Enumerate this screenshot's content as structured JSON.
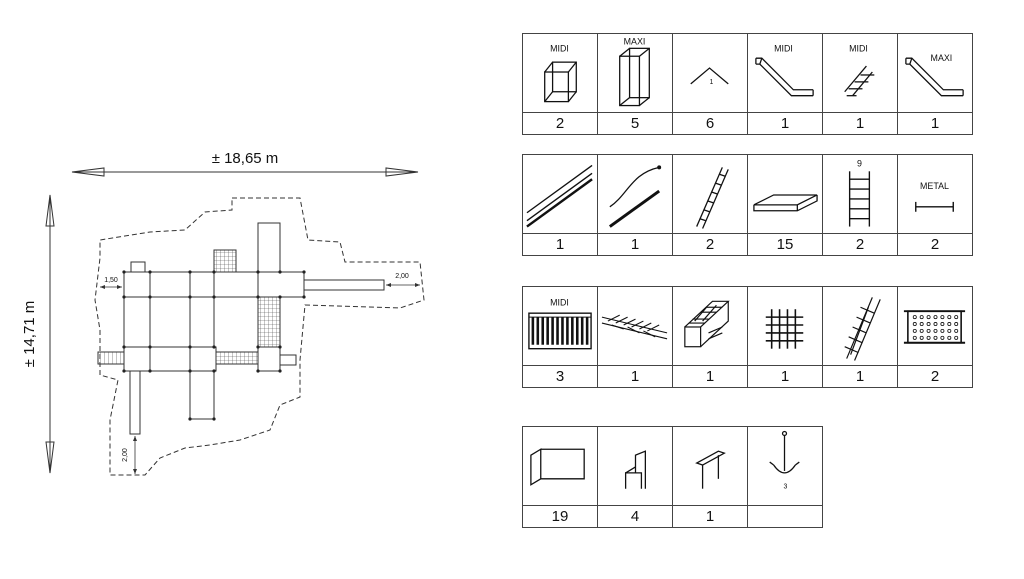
{
  "plan": {
    "width_dimension": "± 18,65 m",
    "height_dimension": "± 14,71 m",
    "clearance_left": "1,50",
    "clearance_right": "2,00",
    "clearance_bottom": "2,00"
  },
  "components": {
    "row1": [
      {
        "icon": "cube-frame-icon",
        "label": "MIDI",
        "qty": "2"
      },
      {
        "icon": "tall-frame-icon",
        "label": "MAXI",
        "qty": "5"
      },
      {
        "icon": "roof-icon",
        "label": "1",
        "qty": "6"
      },
      {
        "icon": "slide-icon",
        "label": "MIDI",
        "qty": "1"
      },
      {
        "icon": "stairs-icon",
        "label": "MIDI",
        "qty": "1"
      },
      {
        "icon": "slide-icon",
        "label": "MAXI",
        "qty": "1"
      }
    ],
    "row2": [
      {
        "icon": "rails-icon",
        "label": "",
        "qty": "1"
      },
      {
        "icon": "fireman-pole-icon",
        "label": "",
        "qty": "1"
      },
      {
        "icon": "ladder-diagonal-icon",
        "label": "",
        "qty": "2"
      },
      {
        "icon": "platform-icon",
        "label": "",
        "qty": "15"
      },
      {
        "icon": "ladder-vertical-icon",
        "label": "9",
        "qty": "2"
      },
      {
        "icon": "metal-bar-icon",
        "label": "METAL",
        "qty": "2"
      }
    ],
    "row3": [
      {
        "icon": "panel-fence-icon",
        "label": "MIDI",
        "qty": "3"
      },
      {
        "icon": "net-bridge-icon",
        "label": "",
        "qty": "1"
      },
      {
        "icon": "climbing-wall-icon",
        "label": "",
        "qty": "1"
      },
      {
        "icon": "grid-net-icon",
        "label": "",
        "qty": "1"
      },
      {
        "icon": "net-ladder-icon",
        "label": "",
        "qty": "1"
      },
      {
        "icon": "perforated-panel-icon",
        "label": "",
        "qty": "2"
      }
    ],
    "row4": [
      {
        "icon": "wall-panel-icon",
        "label": "",
        "qty": "19"
      },
      {
        "icon": "chair-icon",
        "label": "",
        "qty": "4"
      },
      {
        "icon": "table-icon",
        "label": "",
        "qty": "1"
      },
      {
        "icon": "swing-hook-icon",
        "label": "3",
        "qty": ""
      }
    ]
  }
}
